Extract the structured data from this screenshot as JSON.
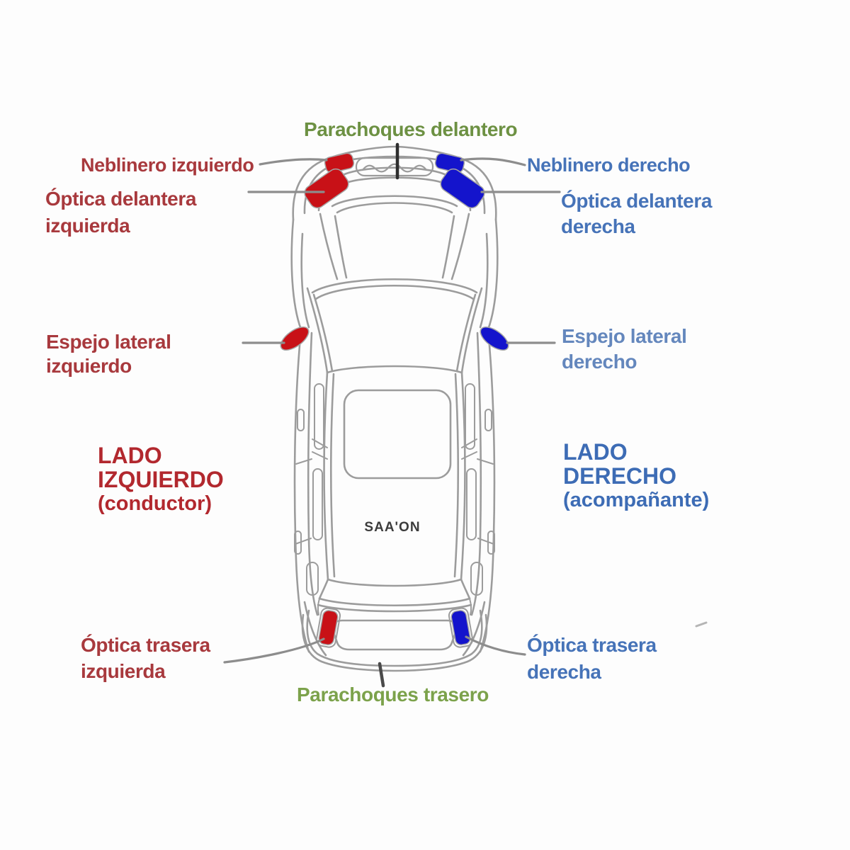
{
  "watermark": "SAA'ON",
  "colors": {
    "label_red": "#a8393d",
    "label_red_strong": "#b2282e",
    "label_blue": "#4673b8",
    "label_blue_light": "#6487bd",
    "label_blue_strong": "#3d6cb5",
    "label_green": "#6d9143",
    "label_green_light": "#7ca24b",
    "part_red": "#c81117",
    "part_blue": "#1414cc",
    "outline": "#9c9c9c",
    "leader": "#8d8d8d",
    "leader_dark": "#3a3a3a",
    "watermark_color": "#3c3c3c"
  },
  "labels": [
    {
      "id": "parachoques-delantero",
      "lines": [
        "Parachoques delantero"
      ]
    },
    {
      "id": "neblinero-izquierdo",
      "lines": [
        "Neblinero izquierdo"
      ]
    },
    {
      "id": "neblinero-derecho",
      "lines": [
        "Neblinero derecho"
      ]
    },
    {
      "id": "optica-delantera-izquierda",
      "lines": [
        "Óptica delantera",
        "izquierda"
      ]
    },
    {
      "id": "optica-delantera-derecha",
      "lines": [
        "Óptica delantera",
        "derecha"
      ]
    },
    {
      "id": "espejo-lateral-izquierdo",
      "lines": [
        "Espejo lateral",
        "izquierdo"
      ]
    },
    {
      "id": "espejo-lateral-derecho",
      "lines": [
        "Espejo lateral",
        "derecho"
      ]
    },
    {
      "id": "lado-izquierdo",
      "lines": [
        "LADO",
        "IZQUIERDO",
        "(conductor)"
      ]
    },
    {
      "id": "lado-derecho",
      "lines": [
        "LADO",
        "DERECHO",
        "(acompañante)"
      ]
    },
    {
      "id": "optica-trasera-izquierda",
      "lines": [
        "Óptica trasera",
        "izquierda"
      ]
    },
    {
      "id": "optica-trasera-derecha",
      "lines": [
        "Óptica trasera",
        "derecha"
      ]
    },
    {
      "id": "parachoques-trasero",
      "lines": [
        "Parachoques trasero"
      ]
    }
  ],
  "highlighted_parts": [
    {
      "name": "neblinero izquierdo",
      "color": "part_red"
    },
    {
      "name": "óptica delantera izquierda",
      "color": "part_red"
    },
    {
      "name": "espejo lateral izquierdo",
      "color": "part_red"
    },
    {
      "name": "óptica trasera izquierda",
      "color": "part_red"
    },
    {
      "name": "neblinero derecho",
      "color": "part_blue"
    },
    {
      "name": "óptica delantera derecha",
      "color": "part_blue"
    },
    {
      "name": "espejo lateral derecho",
      "color": "part_blue"
    },
    {
      "name": "óptica trasera derecha",
      "color": "part_blue"
    }
  ]
}
